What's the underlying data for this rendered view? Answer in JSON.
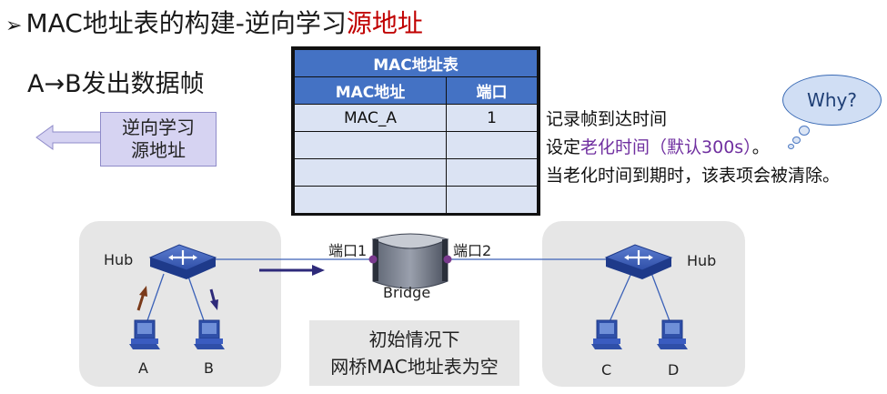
{
  "title": {
    "bullet": "➢",
    "main": "MAC地址表的构建-逆向学习",
    "highlight": "源地址"
  },
  "subtitle": "A→B发出数据帧",
  "learn_box": {
    "line1": "逆向学习",
    "line2": "源地址"
  },
  "mac_table": {
    "caption": "MAC地址表",
    "headers": [
      "MAC地址",
      "端口"
    ],
    "rows": [
      [
        "MAC_A",
        "1"
      ],
      [
        "",
        ""
      ],
      [
        "",
        ""
      ],
      [
        "",
        ""
      ]
    ]
  },
  "note": {
    "line1": "记录帧到达时间",
    "line2_prefix": "设定",
    "line2_highlight": "老化时间（默认300s）",
    "line2_suffix": "。",
    "line3": "当老化时间到期时，该表项会被清除。"
  },
  "bubble": "Why?",
  "network": {
    "hub_left": "Hub",
    "hub_right": "Hub",
    "port1": "端口1",
    "port2": "端口2",
    "bridge": "Bridge",
    "hosts": [
      "A",
      "B",
      "C",
      "D"
    ]
  },
  "caption": {
    "line1": "初始情况下",
    "line2": "网桥MAC地址表为空"
  },
  "colors": {
    "title_highlight": "#c00000",
    "table_header": "#4472c4",
    "table_cell": "#dbe3f3",
    "note_highlight": "#7030a0",
    "link_line": "#3c62b8",
    "arrow_dark": "#2e2a7a",
    "arrow_brown": "#7a3a1a"
  }
}
